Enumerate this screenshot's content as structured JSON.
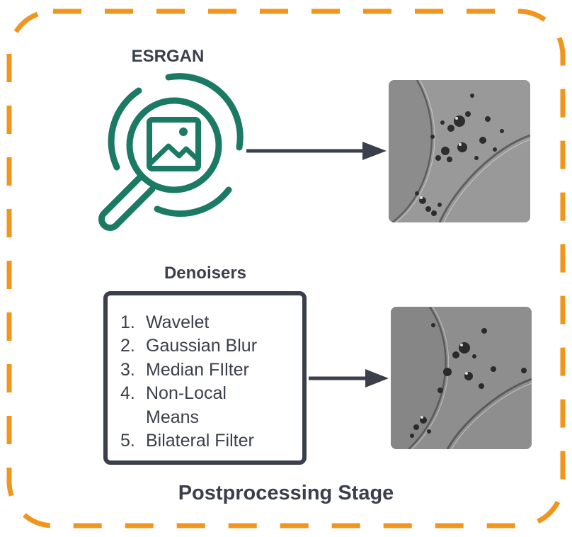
{
  "esrgan": {
    "title": "ESRGAN",
    "icon": "magnifier-image-icon",
    "color": "#1a7a63"
  },
  "denoisers": {
    "title": "Denoisers",
    "items": [
      {
        "num": "1.",
        "text": "Wavelet"
      },
      {
        "num": "2.",
        "text": "Gaussian Blur"
      },
      {
        "num": "3.",
        "text": "Median FIlter"
      },
      {
        "num": "4.",
        "text": "Non-Local Means"
      },
      {
        "num": "5.",
        "text": "Bilateral Filter"
      }
    ]
  },
  "stage": {
    "title": "Postprocessing Stage",
    "border_color": "#f0961e"
  },
  "colors": {
    "text": "#3a3f4b",
    "arrow": "#3a3f4b",
    "image_bg": "#8f8f8f"
  }
}
